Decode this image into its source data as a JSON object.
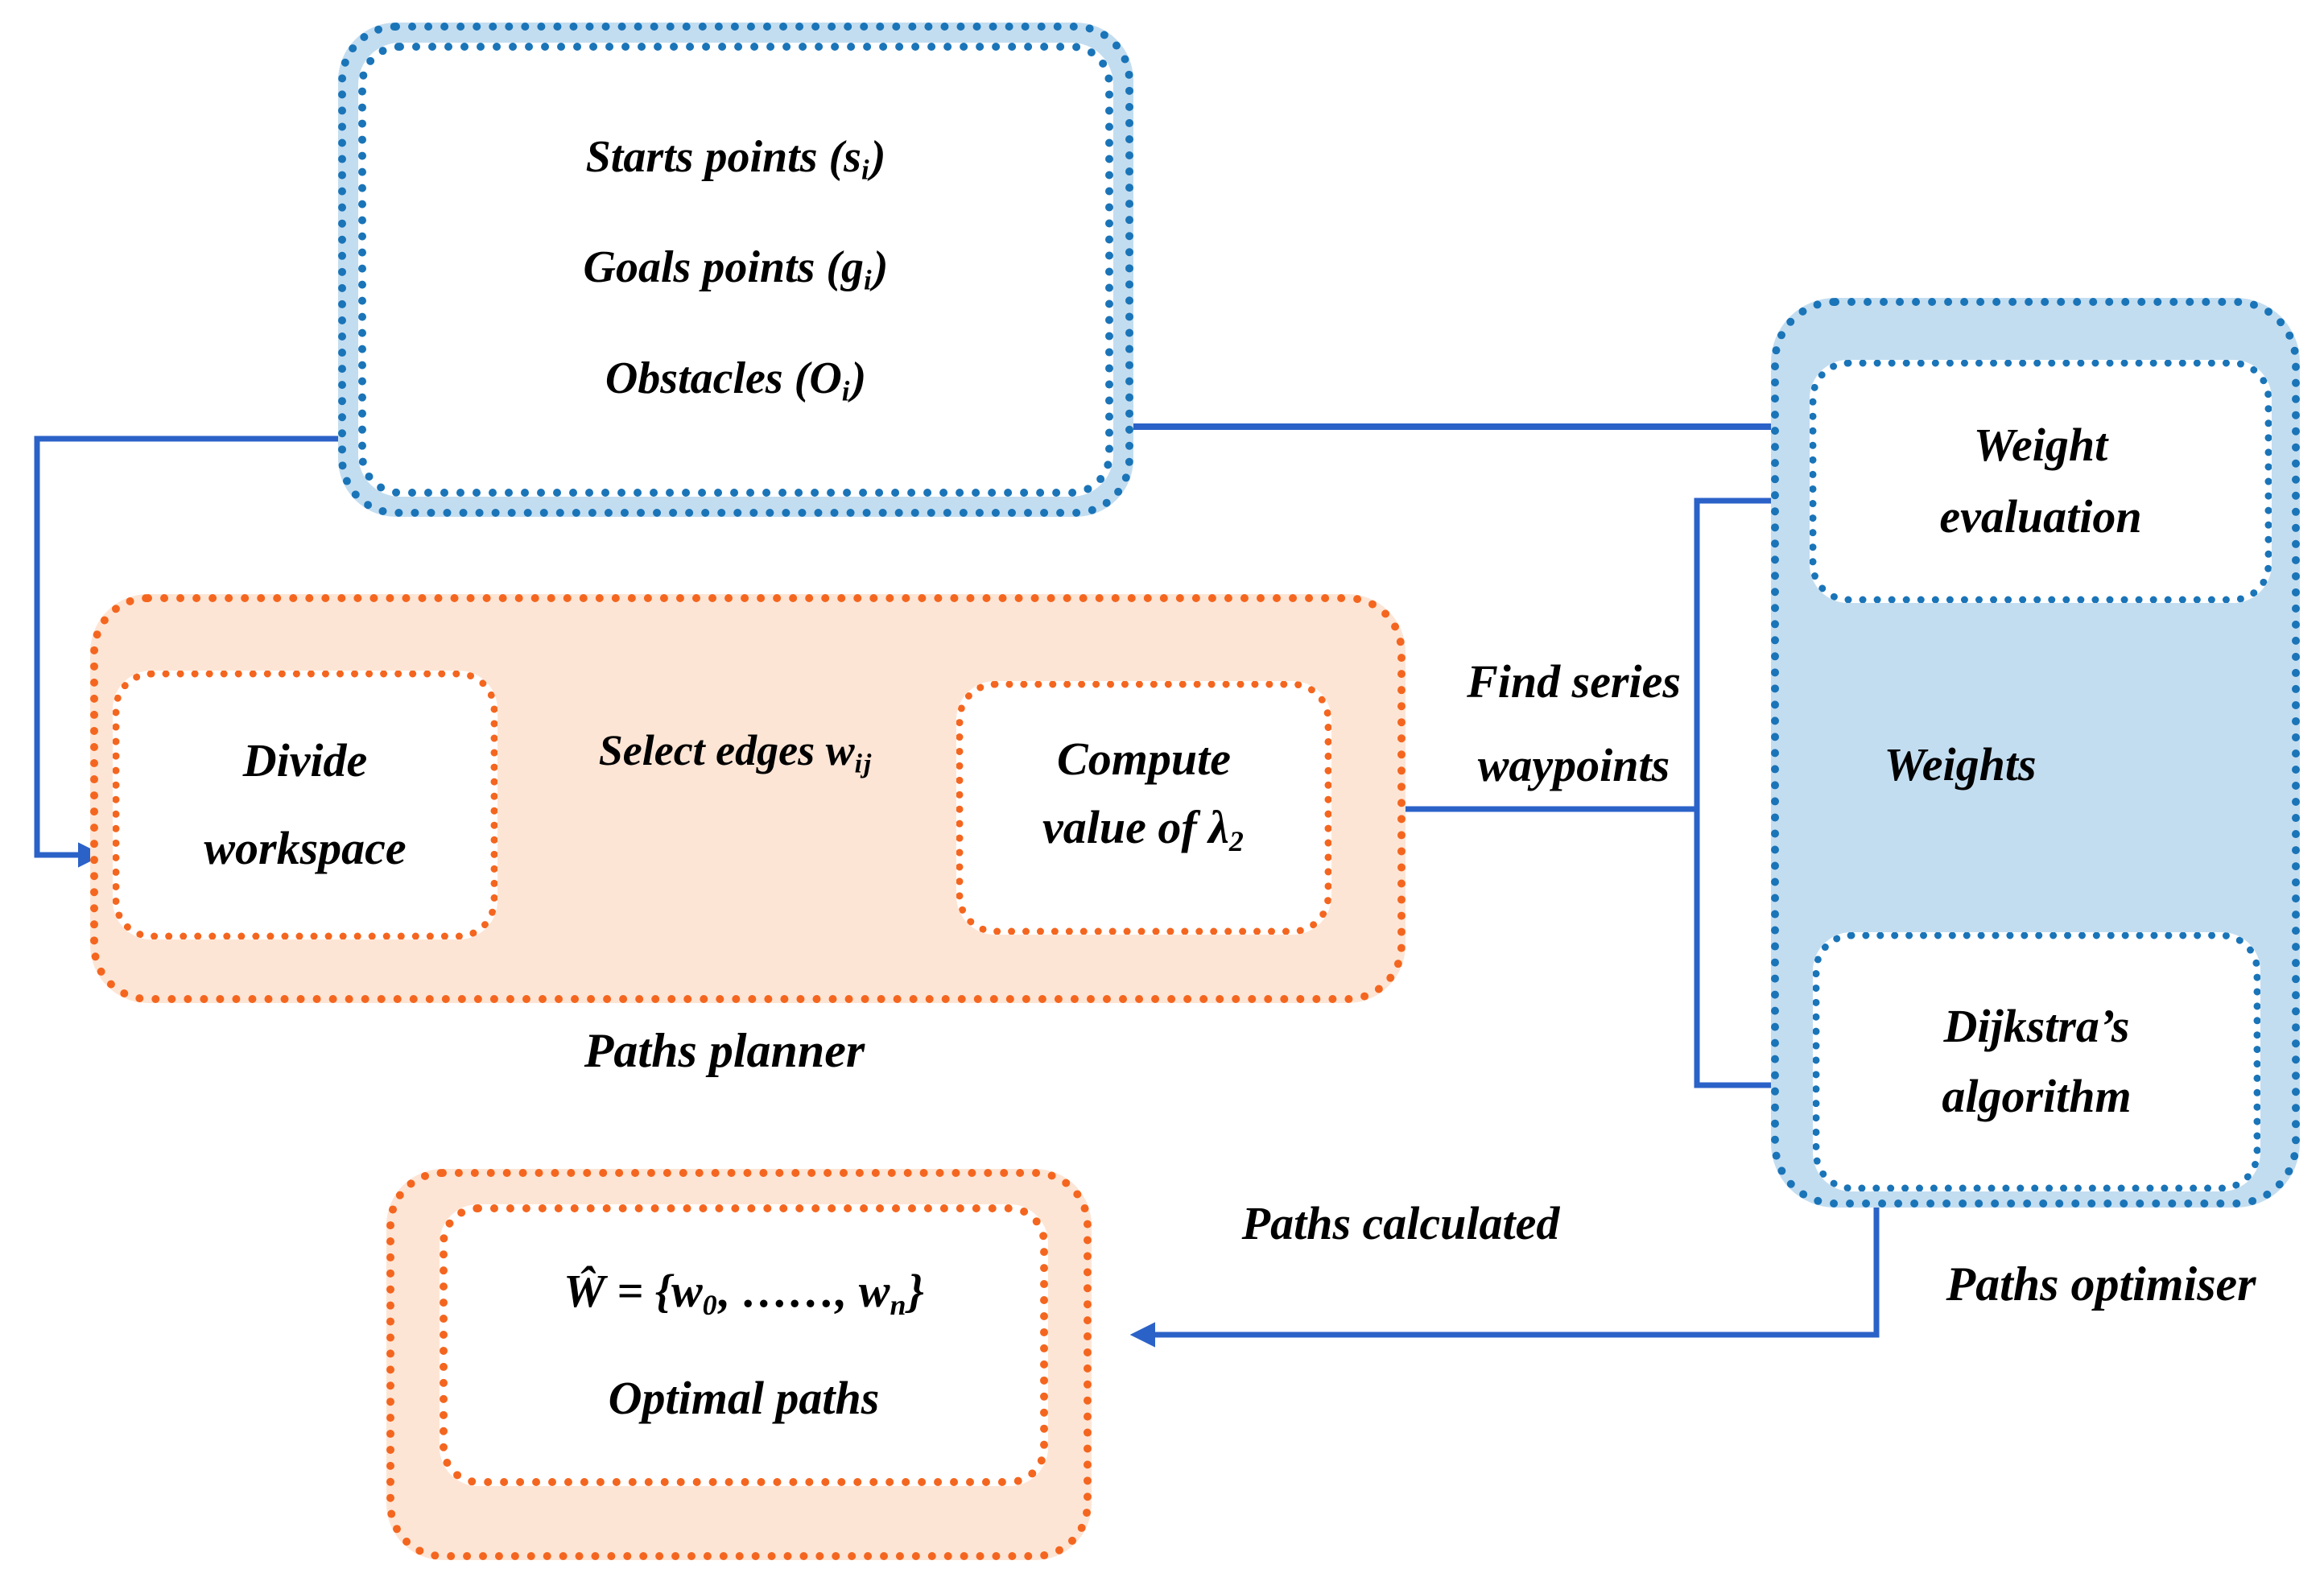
{
  "colors": {
    "blue_border": "#1a74b8",
    "blue_fill": "#c3ddf0",
    "orange_border": "#f4661f",
    "orange_fill": "#fde5d5",
    "arrow": "#2b62c8",
    "text": "#000000"
  },
  "inputs_box": {
    "lines": [
      {
        "text": "Starts points (s",
        "sub": "i",
        "end": ")"
      },
      {
        "text": "Goals points (g",
        "sub": "i",
        "end": ")"
      },
      {
        "text": "Obstacles (O",
        "sub": "i",
        "end": ")"
      }
    ]
  },
  "planner": {
    "caption": "Paths planner",
    "divide_box": {
      "line1": "Divide",
      "line2": "workspace"
    },
    "select_edges": {
      "text": "Select edges w",
      "sub": "ij"
    },
    "compute_box": {
      "line1": "Compute",
      "line2": "value of λ",
      "line2_sub": "2"
    }
  },
  "optimiser": {
    "caption": "Paths optimiser",
    "weight_box": {
      "line1": "Weight",
      "line2": "evaluation"
    },
    "weights_label": "Weights",
    "dijkstra_box": {
      "line1": "Dijkstra’s",
      "line2": "algorithm"
    }
  },
  "output_box": {
    "formula": {
      "w_hat": "Ŵ",
      "eq": " = {w",
      "sub0": "0",
      "dots": ", ……, w",
      "subn": "n",
      "close": "}"
    },
    "caption": "Optimal paths"
  },
  "flow_labels": {
    "find_series": {
      "line1": "Find series",
      "line2": "waypoints"
    },
    "paths_calculated": "Paths calculated"
  }
}
